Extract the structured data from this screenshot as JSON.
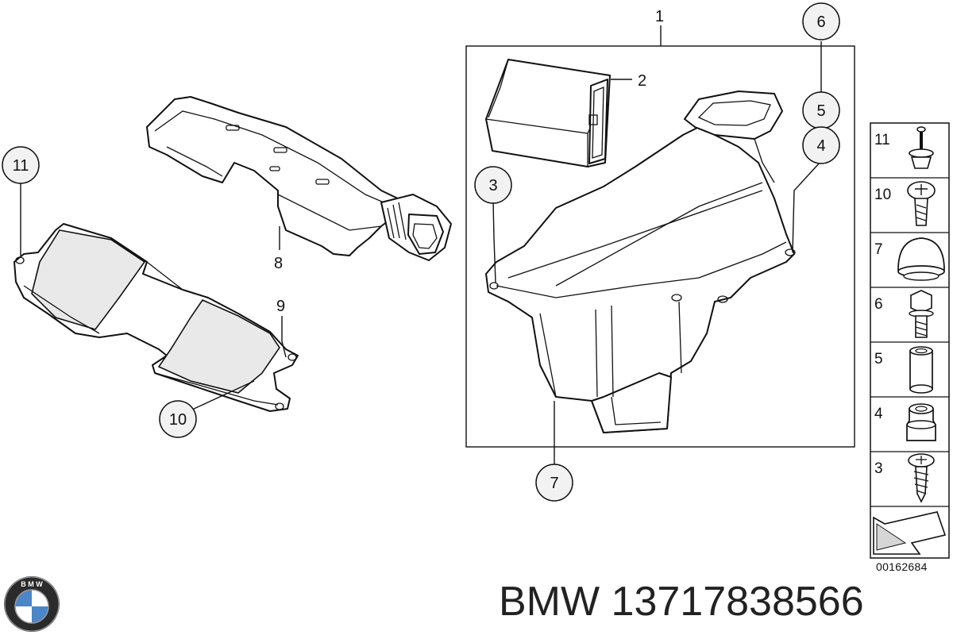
{
  "diagram": {
    "callouts": [
      {
        "id": "c1",
        "label": "1"
      },
      {
        "id": "c2",
        "label": "2"
      },
      {
        "id": "c3",
        "label": "3"
      },
      {
        "id": "c4",
        "label": "4"
      },
      {
        "id": "c5",
        "label": "5"
      },
      {
        "id": "c6",
        "label": "6"
      },
      {
        "id": "c7",
        "label": "7"
      },
      {
        "id": "c8",
        "label": "8"
      },
      {
        "id": "c9",
        "label": "9"
      },
      {
        "id": "c10",
        "label": "10"
      },
      {
        "id": "c11",
        "label": "11"
      }
    ],
    "legend": [
      {
        "label": "11",
        "icon": "screw-with-washer-icon"
      },
      {
        "label": "10",
        "icon": "torx-screw-icon"
      },
      {
        "label": "7",
        "icon": "rubber-cap-icon"
      },
      {
        "label": "6",
        "icon": "hex-bolt-icon"
      },
      {
        "label": "5",
        "icon": "bushing-icon"
      },
      {
        "label": "4",
        "icon": "rubber-mount-icon"
      },
      {
        "label": "3",
        "icon": "self-tapping-screw-icon"
      }
    ],
    "reference_number": "00162684"
  },
  "brand": {
    "logo_text": "B M W"
  },
  "footer": {
    "text": "BMW 13717838566"
  }
}
